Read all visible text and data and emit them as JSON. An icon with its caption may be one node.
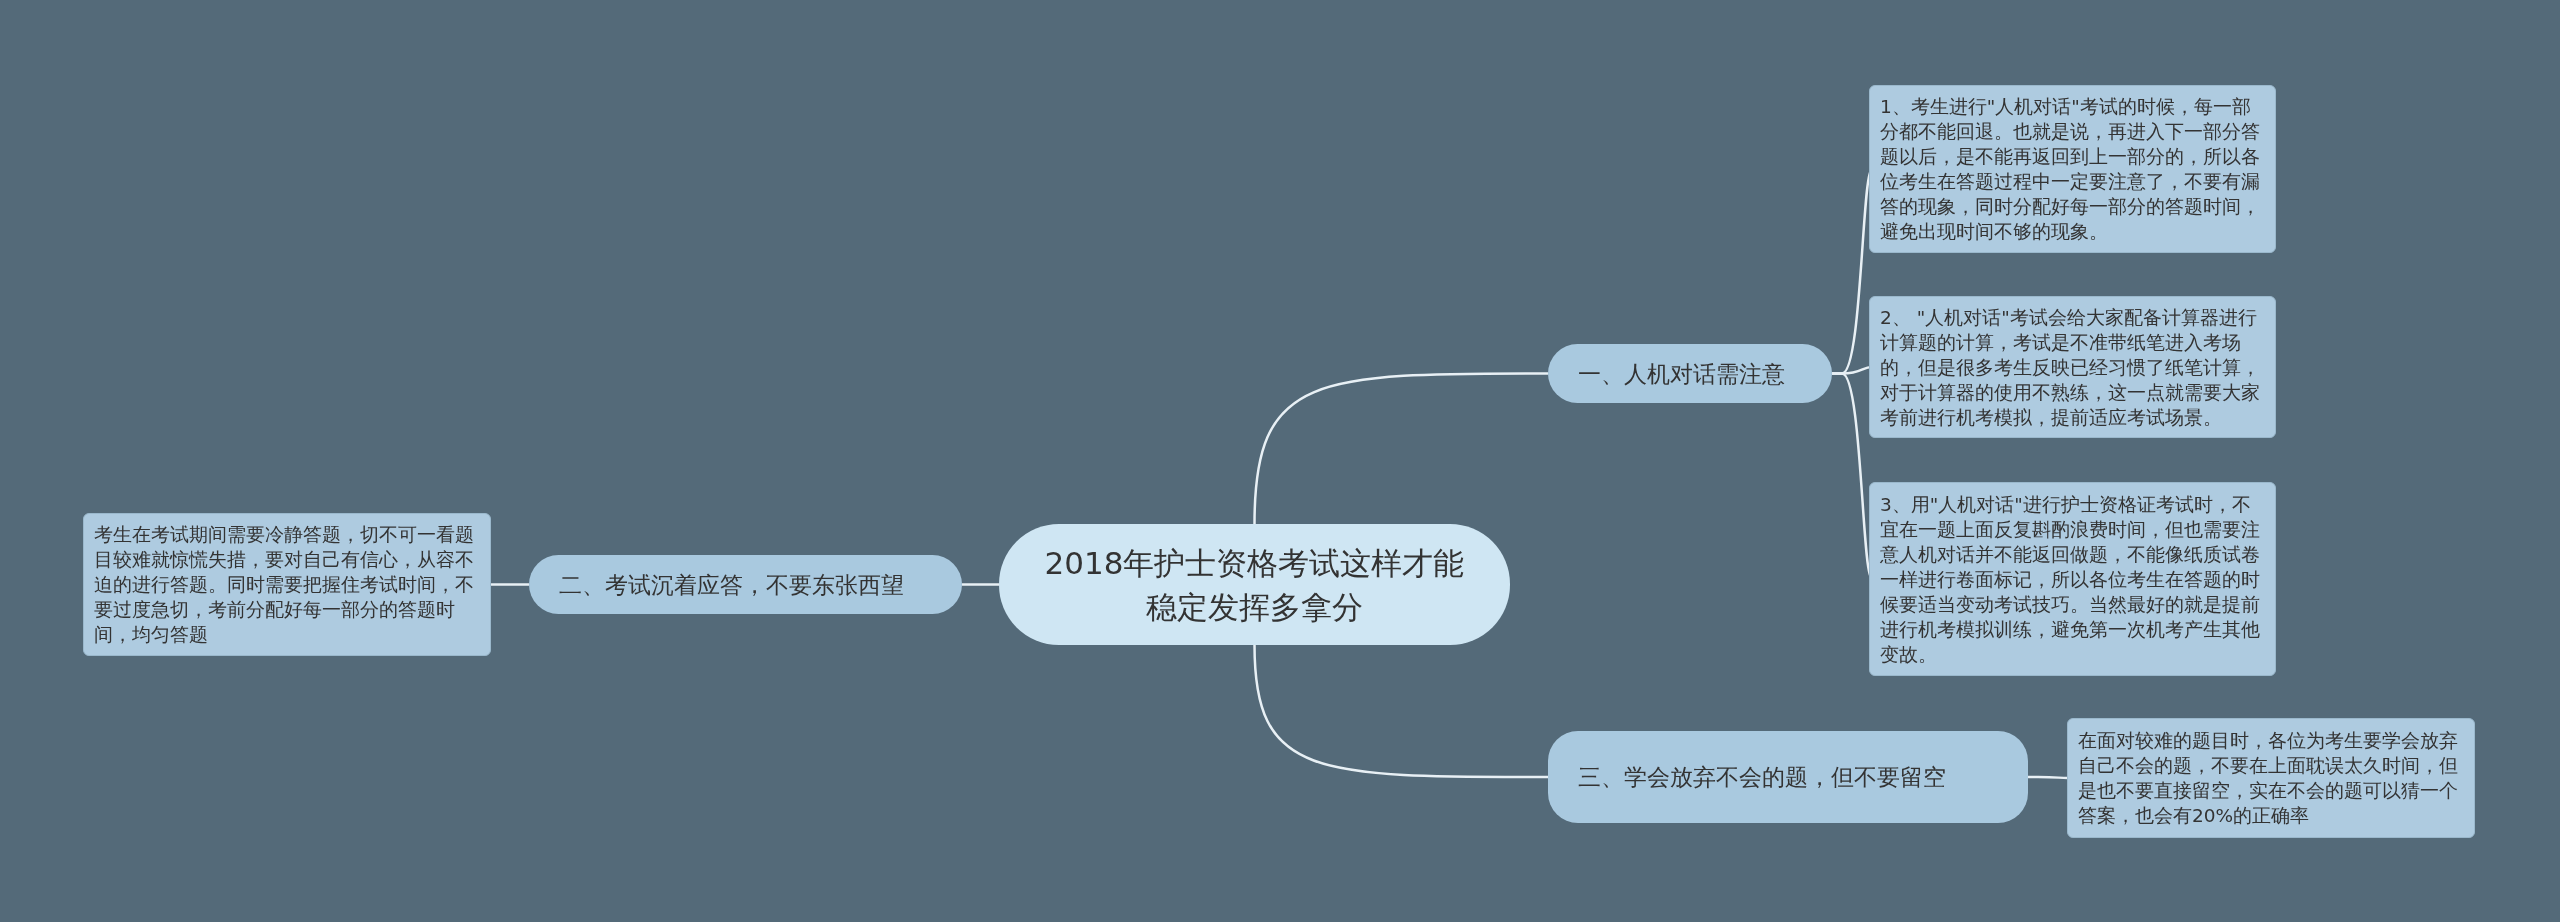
{
  "diagram": {
    "nodes": [
      {
        "text": [
          "2018年护士资格考试这样才能稳定发挥多拿分"
        ]
      },
      {
        "text": [
          "一、人机对话需注意"
        ]
      },
      {
        "text": [
          "1、考生进行\"人机对话\"考试的时候，每一部分都不能回退。也就是说，再进入下一部分答题以后，是不能再返回到上一部分的，所以各位考生在答题过程中一定要注意了，不要有漏答的现象，同时分配好每一部分的答题时间，避免出现时间不够的现象。"
        ]
      },
      {
        "text": [
          "2、 \"人机对话\"考试会给大家配备计算器进行计算题的计算，考试是不准带纸笔进入考场的，但是很多考生反映已经习惯了纸笔计算，对于计算器的使用不熟练，这一点就需要大家考前进行机考模拟，提前适应考试场景。"
        ]
      },
      {
        "text": [
          "3、用\"人机对话\"进行护士资格证考试时，不宜在一题上面反复斟酌浪费时间，但也需要注意人机对话并不能返回做题，不能像纸质试卷一样进行卷面标记，所以各位考生在答题的时候要适当变动考试技巧。当然最好的就是提前进行机考模拟训练，避免第一次机考产生其他变故。"
        ]
      },
      {
        "text": [
          "二、考试沉着应答，不要东张西望"
        ]
      },
      {
        "text": [
          "考生在考试期间需要冷静答题，切不可一看题目较难就惊慌失措，要对自己有信心，从容不迫的进行答题。同时需要把握住考试时间，不要过度急切，考前分配好每一部分的答题时间，均匀答题"
        ]
      },
      {
        "text": [
          "三、学会放弃不会的题，但不要留空"
        ]
      },
      {
        "text": [
          "在面对较难的题目时，各位为考生要学会放弃自己不会的题，不要在上面耽误太久时间，但是也不要直接留空，实在不会的题可以猜一个答案，也会有20%的正确率"
        ]
      }
    ],
    "edges": [
      {
        "from": 0,
        "to": 1,
        "arrow": "none"
      },
      {
        "from": 1,
        "to": 2,
        "arrow": "none"
      },
      {
        "from": 1,
        "to": 3,
        "arrow": "none"
      },
      {
        "from": 1,
        "to": 4,
        "arrow": "none"
      },
      {
        "from": 0,
        "to": 5,
        "arrow": "none"
      },
      {
        "from": 5,
        "to": 6,
        "arrow": "none"
      },
      {
        "from": 0,
        "to": 7,
        "arrow": "none"
      },
      {
        "from": 7,
        "to": 8,
        "arrow": "none"
      }
    ]
  }
}
